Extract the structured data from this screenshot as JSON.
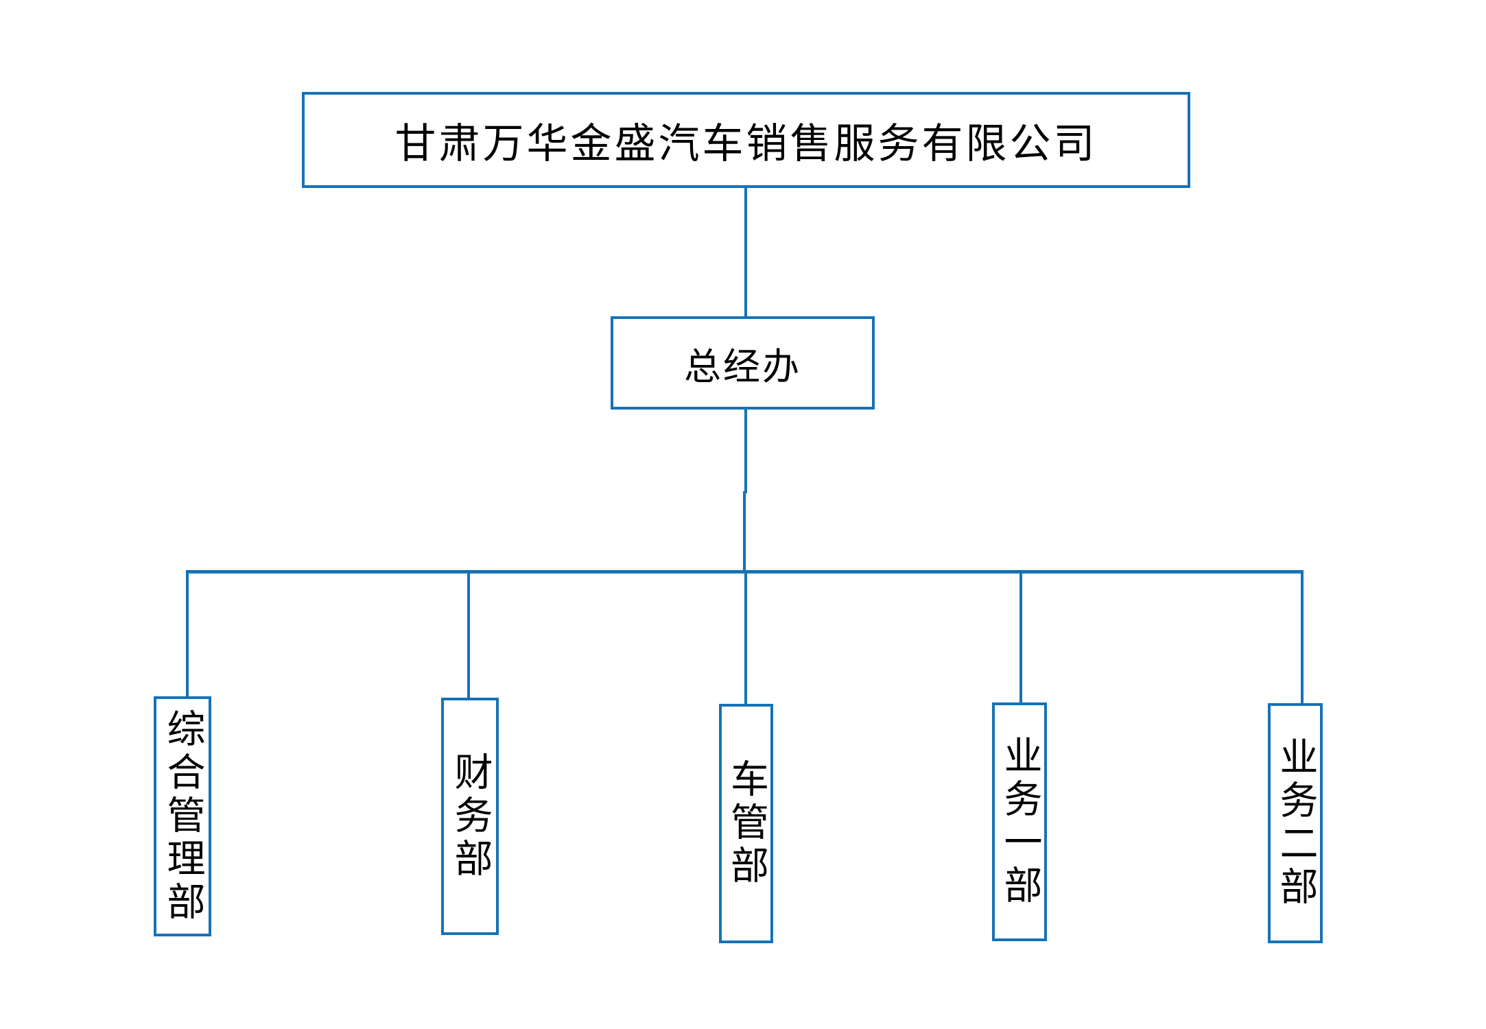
{
  "diagram": {
    "type": "org-chart",
    "colors": {
      "line": "#1572b6",
      "text": "#000000",
      "background": "#ffffff"
    },
    "root": {
      "label": "甘肃万华金盛汽车销售服务有限公司"
    },
    "middle": {
      "label": "总经办"
    },
    "departments": [
      {
        "label": "综合管理部"
      },
      {
        "label": "财务部"
      },
      {
        "label": "车管部"
      },
      {
        "label": "业务一部"
      },
      {
        "label": "业务二部"
      }
    ]
  }
}
